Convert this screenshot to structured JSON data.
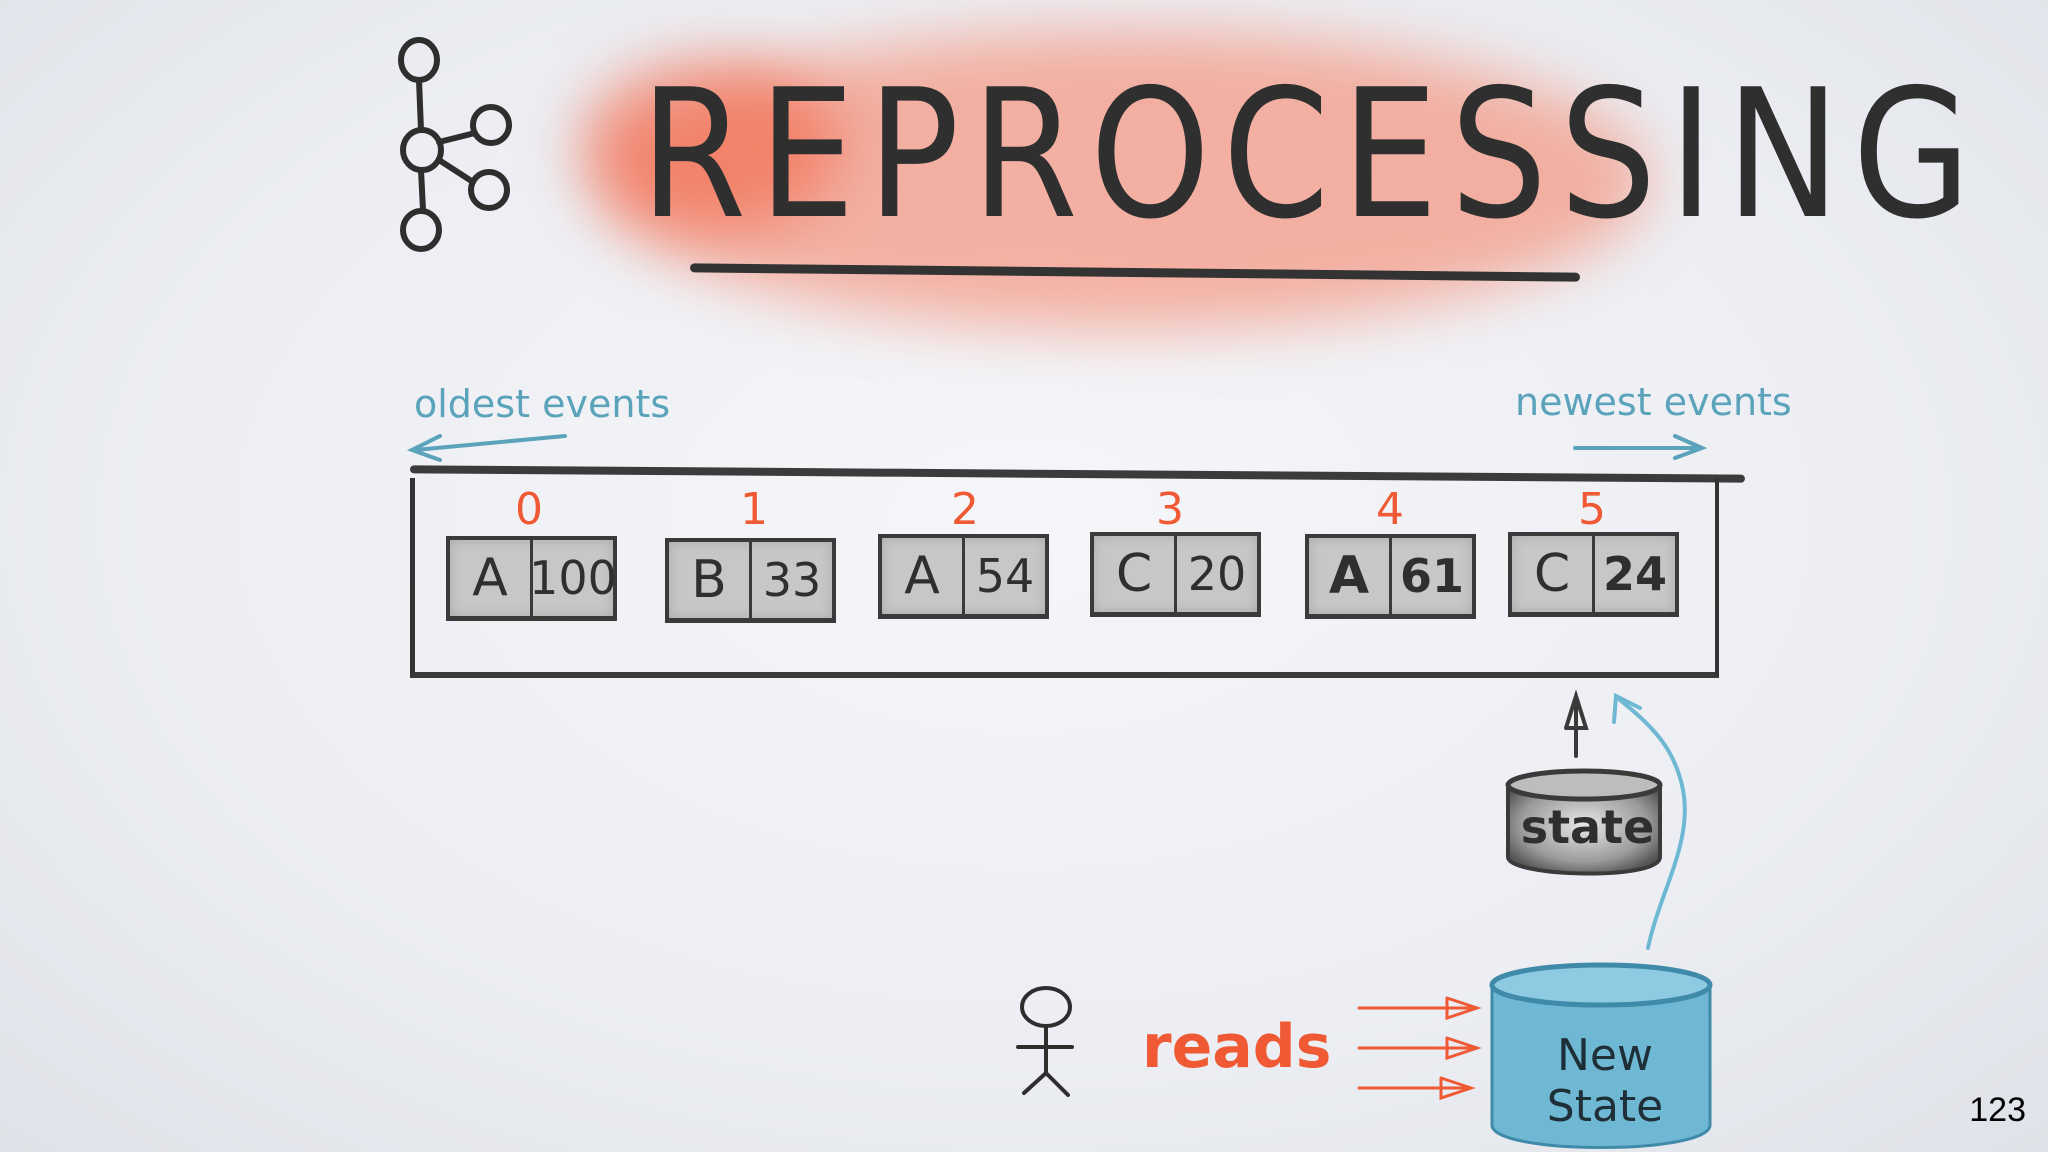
{
  "title": "REPROCESSING",
  "labels": {
    "oldest": "oldest events",
    "newest": "newest events"
  },
  "events": [
    {
      "index": "0",
      "key": "A",
      "value": "100"
    },
    {
      "index": "1",
      "key": "B",
      "value": "33"
    },
    {
      "index": "2",
      "key": "A",
      "value": "54"
    },
    {
      "index": "3",
      "key": "C",
      "value": "20"
    },
    {
      "index": "4",
      "key": "A",
      "value": "61"
    },
    {
      "index": "5",
      "key": "C",
      "value": "24"
    }
  ],
  "state_label": "state",
  "reads_label": "reads",
  "new_state_label": "New State",
  "page_number": "123",
  "colors": {
    "accent_orange": "#ef5a34",
    "label_blue": "#5aa3bb",
    "new_state_fill": "#6fb8d4",
    "event_fill": "#c7c7c7",
    "ink": "#2f2f2f"
  },
  "icons": {
    "logo": "kafka-logo-icon",
    "person": "stick-figure-icon",
    "state_db": "database-cylinder-icon",
    "new_state_db": "database-cylinder-icon"
  }
}
